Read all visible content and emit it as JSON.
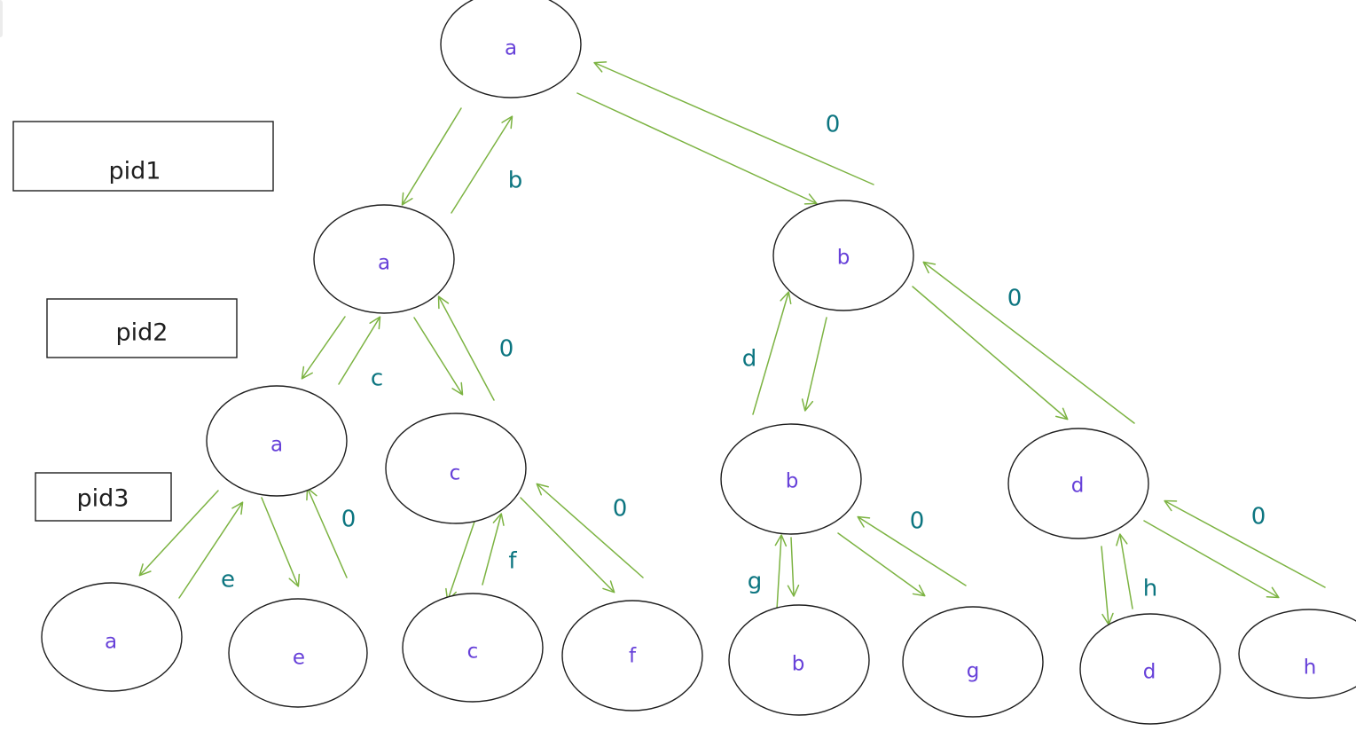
{
  "level_boxes": [
    {
      "id": "pid1",
      "label": "pid1"
    },
    {
      "id": "pid2",
      "label": "pid2"
    },
    {
      "id": "pid3",
      "label": "pid3"
    }
  ],
  "nodes": [
    {
      "id": "root",
      "label": "a"
    },
    {
      "id": "l1a",
      "label": "a"
    },
    {
      "id": "l1b",
      "label": "b"
    },
    {
      "id": "l2a",
      "label": "a"
    },
    {
      "id": "l2c",
      "label": "c"
    },
    {
      "id": "l2b",
      "label": "b"
    },
    {
      "id": "l2d",
      "label": "d"
    },
    {
      "id": "l3a",
      "label": "a"
    },
    {
      "id": "l3e",
      "label": "e"
    },
    {
      "id": "l3c",
      "label": "c"
    },
    {
      "id": "l3f",
      "label": "f"
    },
    {
      "id": "l3b",
      "label": "b"
    },
    {
      "id": "l3g",
      "label": "g"
    },
    {
      "id": "l3d",
      "label": "d"
    },
    {
      "id": "l3h",
      "label": "h"
    }
  ],
  "edges": [
    {
      "from": "root",
      "to": "l1a",
      "label": "b"
    },
    {
      "from": "root",
      "to": "l1b",
      "label": "0"
    },
    {
      "from": "l1a",
      "to": "l2a",
      "label": "c"
    },
    {
      "from": "l1a",
      "to": "l2c",
      "label": "0"
    },
    {
      "from": "l1b",
      "to": "l2b",
      "label": "d"
    },
    {
      "from": "l1b",
      "to": "l2d",
      "label": "0"
    },
    {
      "from": "l2a",
      "to": "l3a",
      "label": "e"
    },
    {
      "from": "l2a",
      "to": "l3e",
      "label": "0"
    },
    {
      "from": "l2c",
      "to": "l3c",
      "label": "f"
    },
    {
      "from": "l2c",
      "to": "l3f",
      "label": "0"
    },
    {
      "from": "l2b",
      "to": "l3b",
      "label": "g"
    },
    {
      "from": "l2b",
      "to": "l3g",
      "label": "0"
    },
    {
      "from": "l2d",
      "to": "l3d",
      "label": "h"
    },
    {
      "from": "l2d",
      "to": "l3h",
      "label": "0"
    }
  ],
  "colors": {
    "node_label": "#6741d9",
    "edge": "#7cb342",
    "edge_label": "#0c7580",
    "stroke": "#1e1e1e"
  }
}
